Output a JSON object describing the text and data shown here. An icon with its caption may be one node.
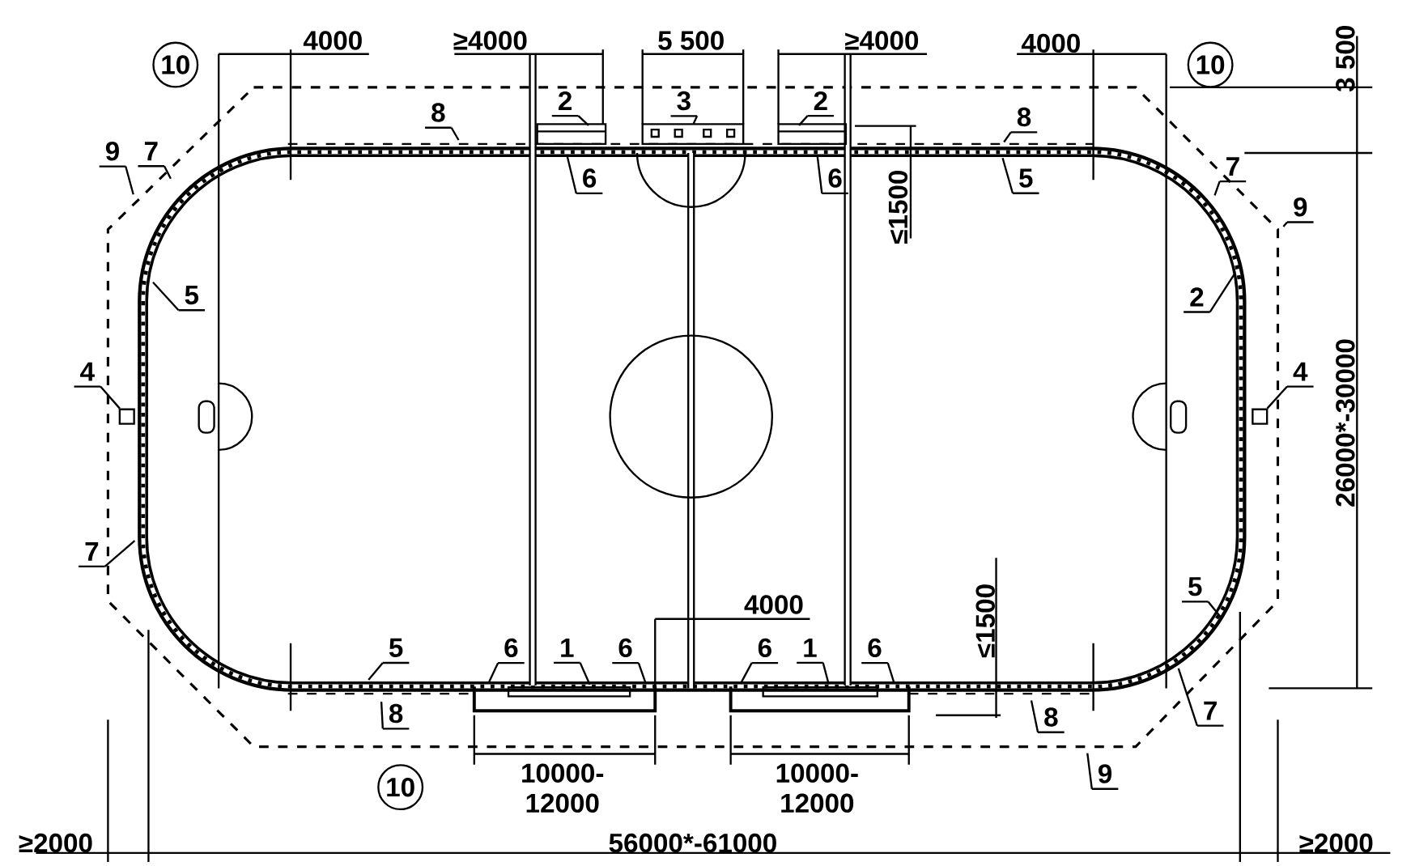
{
  "diagram": {
    "nodes": [
      {
        "text": [
          "8"
        ]
      },
      {
        "text": [
          "2"
        ]
      },
      {
        "text": [
          "3"
        ]
      },
      {
        "text": [
          "2"
        ]
      },
      {
        "text": [
          "8"
        ]
      },
      {
        "text": [
          "9"
        ]
      },
      {
        "text": [
          "7"
        ]
      },
      {
        "text": [
          "6"
        ]
      },
      {
        "text": [
          "6"
        ]
      },
      {
        "text": [
          "5"
        ]
      },
      {
        "text": [
          "7"
        ]
      },
      {
        "text": [
          "9"
        ]
      },
      {
        "text": [
          "5"
        ]
      },
      {
        "text": [
          "2"
        ]
      },
      {
        "text": [
          "4"
        ]
      },
      {
        "text": [
          "4"
        ]
      },
      {
        "text": [
          "7"
        ]
      },
      {
        "text": [
          "5"
        ]
      },
      {
        "text": [
          "5"
        ]
      },
      {
        "text": [
          "6"
        ]
      },
      {
        "text": [
          "1"
        ]
      },
      {
        "text": [
          "6"
        ]
      },
      {
        "text": [
          "6"
        ]
      },
      {
        "text": [
          "1"
        ]
      },
      {
        "text": [
          "6"
        ]
      },
      {
        "text": [
          "8"
        ]
      },
      {
        "text": [
          "8"
        ]
      },
      {
        "text": [
          "7"
        ]
      },
      {
        "text": [
          "9"
        ]
      },
      {
        "text": [],
        "shape": "box"
      },
      {
        "text": [],
        "shape": "box"
      }
    ],
    "edges": [
      {
        "from": 0,
        "to": null,
        "arrow": "none"
      },
      {
        "from": 1,
        "to": null,
        "arrow": "none"
      },
      {
        "from": 2,
        "to": null,
        "arrow": "none"
      },
      {
        "from": 3,
        "to": null,
        "arrow": "none"
      },
      {
        "from": 4,
        "to": null,
        "arrow": "none"
      },
      {
        "from": 5,
        "to": null,
        "arrow": "none"
      },
      {
        "from": 6,
        "to": null,
        "arrow": "none"
      },
      {
        "from": 7,
        "to": null,
        "arrow": "none"
      },
      {
        "from": 8,
        "to": null,
        "arrow": "none"
      },
      {
        "from": 9,
        "to": null,
        "arrow": "none"
      },
      {
        "from": 10,
        "to": null,
        "arrow": "none"
      },
      {
        "from": 11,
        "to": null,
        "arrow": "none"
      },
      {
        "from": 12,
        "to": null,
        "arrow": "none"
      },
      {
        "from": 13,
        "to": null,
        "arrow": "none"
      },
      {
        "from": 14,
        "to": 29,
        "arrow": "none"
      },
      {
        "from": 15,
        "to": 30,
        "arrow": "none"
      },
      {
        "from": 16,
        "to": null,
        "arrow": "none"
      },
      {
        "from": 17,
        "to": null,
        "arrow": "none"
      },
      {
        "from": 18,
        "to": null,
        "arrow": "none"
      },
      {
        "from": 19,
        "to": null,
        "arrow": "none"
      },
      {
        "from": 20,
        "to": null,
        "arrow": "none"
      },
      {
        "from": 21,
        "to": null,
        "arrow": "none"
      },
      {
        "from": 22,
        "to": null,
        "arrow": "none"
      },
      {
        "from": 23,
        "to": null,
        "arrow": "none"
      },
      {
        "from": 24,
        "to": null,
        "arrow": "none"
      },
      {
        "from": 25,
        "to": null,
        "arrow": "none"
      },
      {
        "from": 26,
        "to": null,
        "arrow": "none"
      },
      {
        "from": 27,
        "to": null,
        "arrow": "none"
      },
      {
        "from": 28,
        "to": null,
        "arrow": "none"
      }
    ],
    "labels": [
      "10",
      "4000",
      "≥4000",
      "5 500",
      "≥4000",
      "4000",
      "10",
      "3 500",
      "≤1500",
      "26000*-30000",
      "4000",
      "≤1500",
      "10000- 12000",
      "10",
      "10000- 12000",
      "≥2000",
      "56000*-61000",
      "≥2000"
    ]
  }
}
